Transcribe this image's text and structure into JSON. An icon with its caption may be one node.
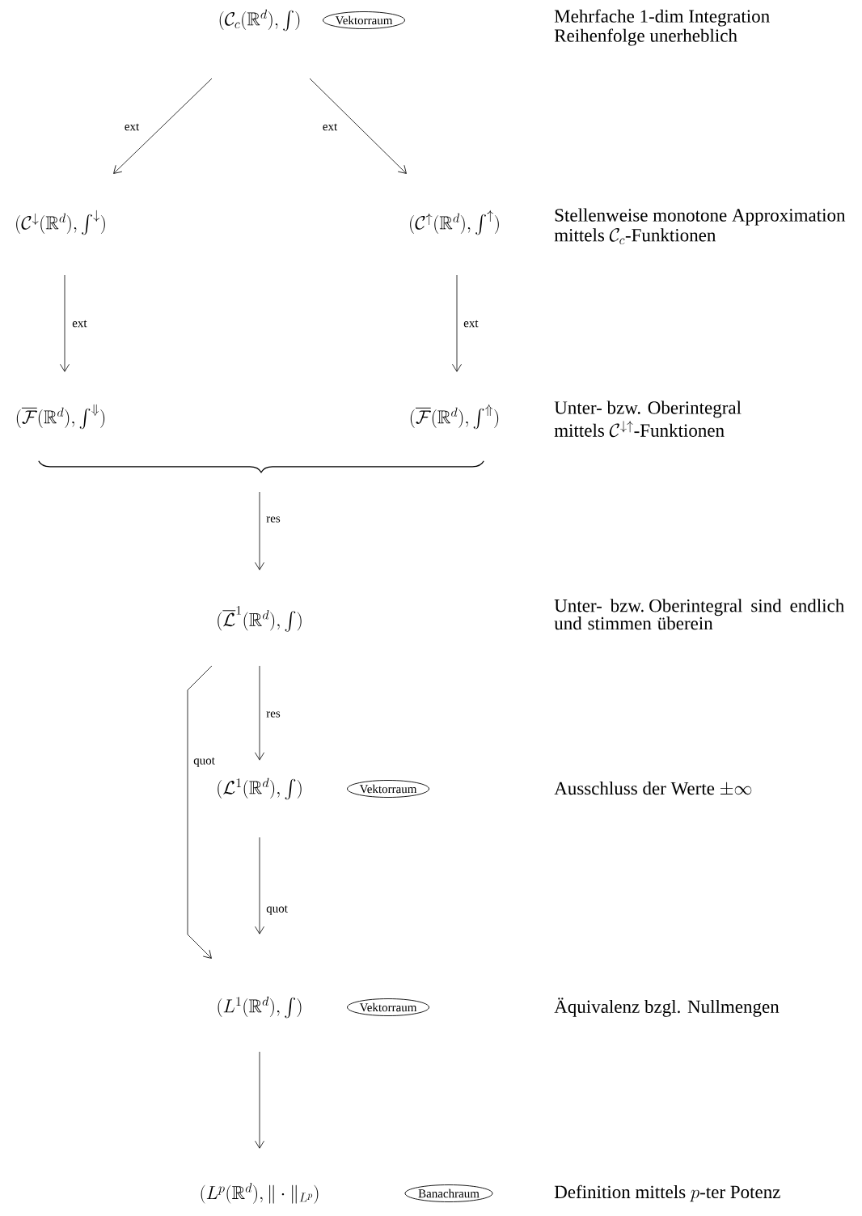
{
  "diagram": {
    "nodes": [
      {
        "text": [
          "(\\mathcal{C}_c(\\mathbb{R}^d), \\int)"
        ]
      },
      {
        "text": [
          "Vektorraum"
        ]
      },
      {
        "text": [
          "(\\mathcal{C}^{\\downarrow}(\\mathbb{R}^d), \\int^{\\downarrow})"
        ]
      },
      {
        "text": [
          "(\\mathcal{C}^{\\uparrow}(\\mathbb{R}^d), \\int^{\\uparrow})"
        ]
      },
      {
        "text": [
          "(\\overline{\\mathcal{F}}(\\mathbb{R}^d), \\int^{\\Downarrow})"
        ]
      },
      {
        "text": [
          "(\\overline{\\mathcal{F}}(\\mathbb{R}^d), \\int^{\\Uparrow})"
        ]
      },
      {
        "text": [],
        "shape": "brace"
      },
      {
        "text": [
          "(\\overline{\\mathcal{L}}^1(\\mathbb{R}^d), \\int)"
        ]
      },
      {
        "text": [
          "(\\mathcal{L}^1(\\mathbb{R}^d), \\int)"
        ]
      },
      {
        "text": [
          "Vektorraum"
        ]
      },
      {
        "text": [
          "(L^1(\\mathbb{R}^d), \\int)"
        ]
      },
      {
        "text": [
          "Vektorraum"
        ]
      },
      {
        "text": [
          "(L^p(\\mathbb{R}^d), \\|\\cdot\\|_{L^p})"
        ]
      },
      {
        "text": [
          "Banachraum"
        ]
      }
    ],
    "edges": [
      {
        "from": 0,
        "to": 2,
        "arrow": "to",
        "label": "ext"
      },
      {
        "from": 0,
        "to": 3,
        "arrow": "to",
        "label": "ext"
      },
      {
        "from": 2,
        "to": 4,
        "arrow": "to",
        "label": "ext"
      },
      {
        "from": 3,
        "to": 5,
        "arrow": "to",
        "label": "ext"
      },
      {
        "from": 6,
        "to": 7,
        "arrow": "to",
        "label": "res"
      },
      {
        "from": 7,
        "to": 8,
        "arrow": "to",
        "label": "res"
      },
      {
        "from": 7,
        "to": 10,
        "arrow": "to",
        "label": "quot"
      },
      {
        "from": 8,
        "to": 10,
        "arrow": "to",
        "label": "quot"
      },
      {
        "from": 10,
        "to": 12,
        "arrow": "to"
      }
    ],
    "labels": [
      "Mehrfache 1-dim Integration",
      "Reihenfolge unerheblich",
      "Stellenweise monotone Approximation",
      "\\text{mittels }\\mathcal{C}_c\\text{-Funktionen}",
      "Unter- bzw. Oberintegral",
      "\\text{mittels }\\mathcal{C}^{\\downarrow\\uparrow}\\text{-Funktionen}",
      "Unter- bzw. Oberintegral sind endlich und stimmen überein",
      "\\text{Ausschluss der Werte }{\\pm}\\infty",
      "Äquivalenz bzgl. Nullmengen",
      "\\text{Definition mittels }p\\text{-ter Potenz}"
    ]
  }
}
